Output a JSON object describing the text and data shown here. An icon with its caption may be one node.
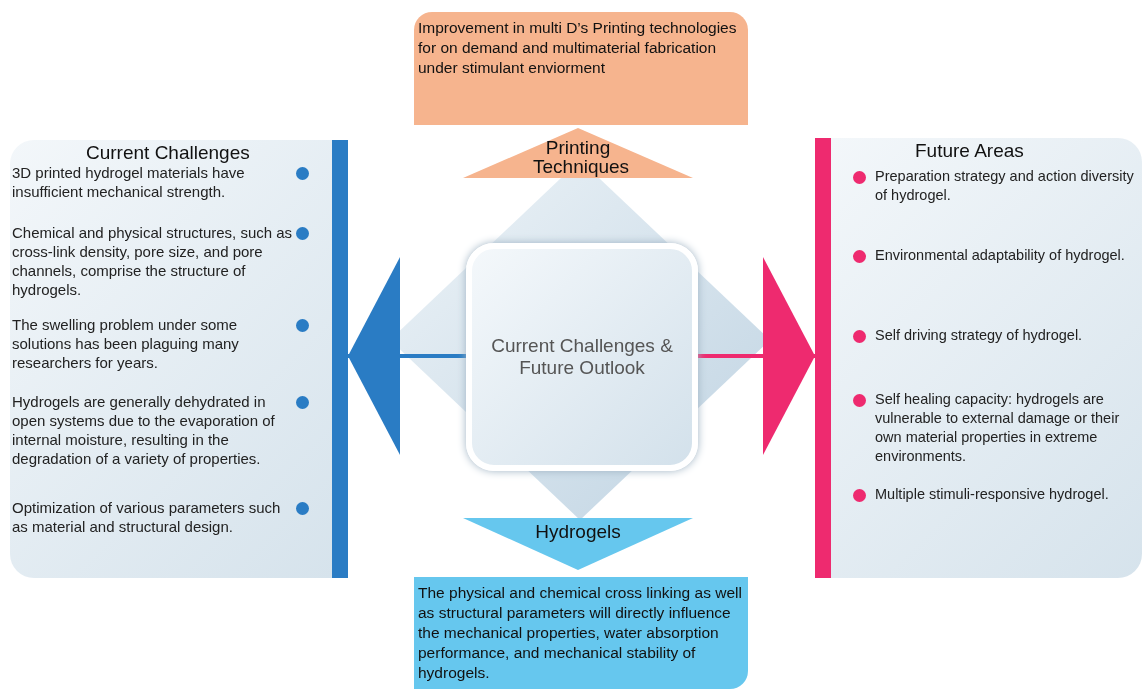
{
  "diagram": {
    "nodes": [
      {
        "text": [
          "Current Challenges & Future Outlook"
        ]
      },
      {
        "text": [
          "Printing Techniques"
        ]
      },
      {
        "text": [
          "Improvement in multi D’s Printing technologies for on demand and multimaterial fabrication under stimulant enviorment"
        ]
      },
      {
        "text": [
          "Hydrogels"
        ]
      },
      {
        "text": [
          "The physical and chemical cross linking as well as structural parameters will directly influence the mechanical properties, water absorption performance, and mechanical stability of hydrogels."
        ]
      },
      {
        "text": [
          "Current Challenges",
          "3D printed hydrogel materials have insufficient mechanical strength.",
          "Chemical and physical structures, such as cross-link density, pore size, and pore channels, comprise the structure of hydrogels.",
          "The swelling problem under some solutions has been plaguing many researchers for years.",
          "Hydrogels are generally dehydrated in open systems due to the evaporation of internal moisture, resulting in the degradation of a variety of properties.",
          "Optimization of various parameters such as material and structural design."
        ]
      },
      {
        "text": [
          "Future Areas",
          "Preparation strategy and action diversity of hydrogel.",
          "Environmental adaptability of hydrogel.",
          "Self driving strategy of hydrogel.",
          "Self healing capacity: hydrogels are vulnerable to external damage or their own material properties in extreme environments.",
          "Multiple stimuli-responsive hydrogel."
        ]
      }
    ],
    "edges": [
      {
        "from": 0,
        "to": 5,
        "arrow": "to",
        "color": "#2a7cc4"
      },
      {
        "from": 0,
        "to": 6,
        "arrow": "to",
        "color": "#ee2a6f"
      }
    ]
  }
}
